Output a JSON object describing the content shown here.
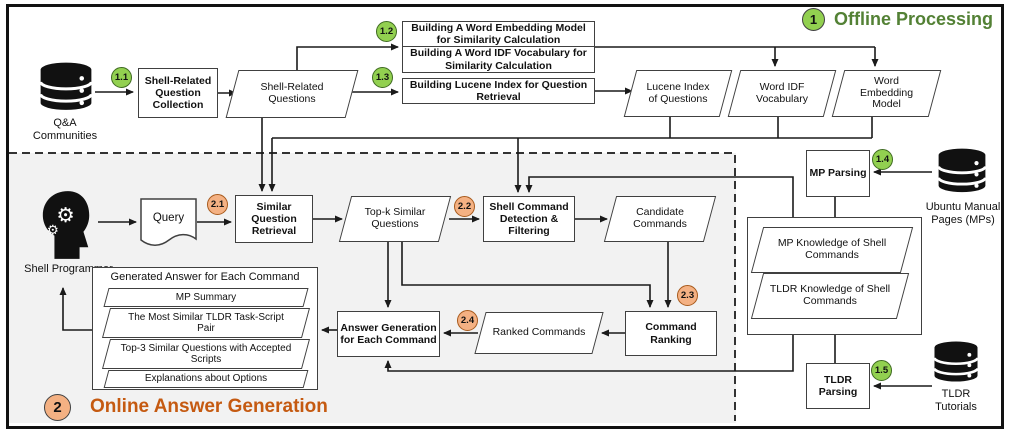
{
  "diagram": {
    "sections": {
      "offline": {
        "number": "1",
        "title": "Offline Processing",
        "text_color": "#538135",
        "badge_fill": "#92d050"
      },
      "online": {
        "number": "2",
        "title": "Online Answer Generation",
        "text_color": "#c55a11",
        "badge_fill": "#f4b183",
        "bg": "#f2f2f2"
      }
    },
    "steps": {
      "s11": "1.1",
      "s12": "1.2",
      "s13": "1.3",
      "s14": "1.4",
      "s15": "1.5",
      "s21": "2.1",
      "s22": "2.2",
      "s23": "2.3",
      "s24": "2.4"
    },
    "nodes": {
      "qa_db": "Q&A Communities",
      "collection": "Shell-Related Question Collection",
      "shell_questions": "Shell-Related Questions",
      "build_embedding": "Building A Word Embedding Model for Similarity Calculation",
      "build_idf": "Building A Word IDF Vocabulary for Similarity Calculation",
      "build_lucene": "Building Lucene Index for Question Retrieval",
      "lucene_index": "Lucene Index of Questions",
      "idf_vocab": "Word IDF Vocabulary",
      "embedding_model": "Word Embedding Model",
      "programmer": "Shell Programmer",
      "query": "Query",
      "retrieval": "Similar Question Retrieval",
      "topk": "Top-k Similar Questions",
      "detection": "Shell Command Detection & Filtering",
      "candidates": "Candidate Commands",
      "ranking": "Command Ranking",
      "ranked": "Ranked Commands",
      "answer_gen": "Answer Generation for Each Command",
      "mp_parsing": "MP Parsing",
      "tldr_parsing": "TLDR Parsing",
      "mp_knowledge": "MP Knowledge of Shell Commands",
      "tldr_knowledge": "TLDR Knowledge of Shell Commands",
      "ubuntu_db": "Ubuntu Manual Pages (MPs)",
      "tldr_db": "TLDR Tutorials"
    },
    "generated_answer": {
      "title": "Generated Answer for Each Command",
      "items": [
        "MP Summary",
        "The Most Similar TLDR Task-Script Pair",
        "Top-3 Similar Questions with Accepted Scripts",
        "Explanations about Options"
      ]
    }
  }
}
